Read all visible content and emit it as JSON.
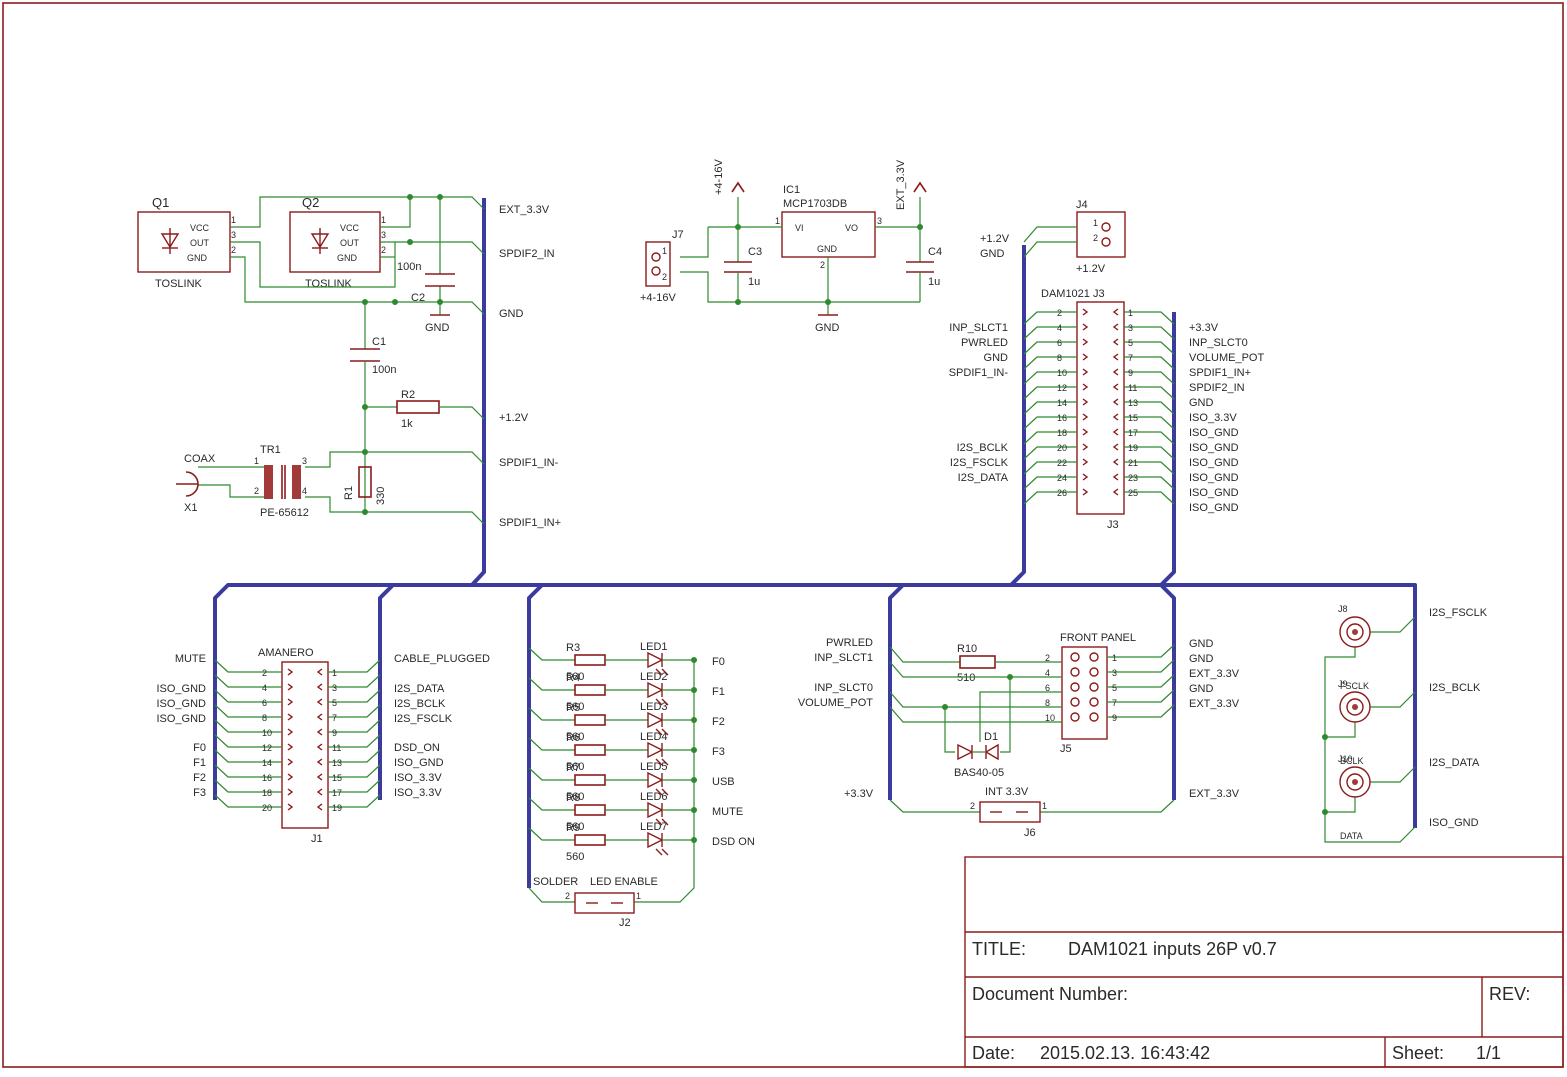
{
  "title_block": {
    "title_label": "TITLE:",
    "title_value": "DAM1021 inputs 26P v0.7",
    "docnum_label": "Document Number:",
    "rev_label": "REV:",
    "date_label": "Date:",
    "date_value": "2015.02.13. 16:43:42",
    "sheet_label": "Sheet:",
    "sheet_value": "1/1"
  },
  "toslink": {
    "q1_name": "Q1",
    "q1_value": "TOSLINK",
    "q2_name": "Q2",
    "q2_value": "TOSLINK",
    "vcc": "VCC",
    "out": "OUT",
    "gnd": "GND",
    "pin1": "1",
    "pin3": "3",
    "pin2": "2",
    "c2_name": "C2",
    "c2_value": "100n",
    "gnd_symbol": "GND"
  },
  "coax": {
    "c1_name": "C1",
    "c1_value": "100n",
    "r2_name": "R2",
    "r2_value": "1k",
    "tr1_name": "TR1",
    "tr1_value": "PE-65612",
    "tr1_p1": "1",
    "tr1_p2": "2",
    "tr1_p3": "3",
    "tr1_p4": "4",
    "coax_label": "COAX",
    "x1_name": "X1",
    "r1_name": "R1",
    "r1_value": "330"
  },
  "left_bus_labels": {
    "ext33": "EXT_3.3V",
    "spdif2": "SPDIF2_IN",
    "gnd": "GND",
    "v12": "+1.2V",
    "spdif1_minus": "SPDIF1_IN-",
    "spdif1_plus": "SPDIF1_IN+"
  },
  "regulator": {
    "supply_label": "+4-16V",
    "ext_label": "EXT_3.3V",
    "ic_name": "IC1",
    "ic_value": "MCP1703DB",
    "vi": "VI",
    "vo": "VO",
    "gnd": "GND",
    "pin1": "1",
    "pin2": "2",
    "pin3": "3",
    "c3_name": "C3",
    "c3_value": "1u",
    "c4_name": "C4",
    "c4_value": "1u",
    "j7_name": "J7",
    "j7_value": "+4-16V",
    "j7_p1": "1",
    "j7_p2": "2",
    "gnd_symbol": "GND"
  },
  "j4": {
    "name": "J4",
    "value": "+1.2V",
    "p1": "1",
    "p2": "2",
    "net_v12": "+1.2V",
    "net_gnd": "GND"
  },
  "j3": {
    "title": "DAM1021 J3",
    "name": "J3",
    "odd_pins": [
      "1",
      "3",
      "5",
      "7",
      "9",
      "11",
      "13",
      "15",
      "17",
      "19",
      "21",
      "23",
      "25"
    ],
    "even_pins": [
      "2",
      "4",
      "6",
      "8",
      "10",
      "12",
      "14",
      "16",
      "18",
      "20",
      "22",
      "24",
      "26"
    ],
    "left_labels": [
      "INP_SLCT1",
      "PWRLED",
      "GND",
      "SPDIF1_IN-",
      "I2S_BCLK",
      "I2S_FSCLK",
      "I2S_DATA"
    ],
    "right_labels": [
      "+3.3V",
      "INP_SLCT0",
      "VOLUME_POT",
      "SPDIF1_IN+",
      "SPDIF2_IN",
      "GND",
      "ISO_3.3V",
      "ISO_GND",
      "ISO_GND",
      "ISO_GND",
      "ISO_GND",
      "ISO_GND",
      "ISO_GND"
    ]
  },
  "amanero": {
    "title": "AMANERO",
    "name": "J1",
    "odd_pins": [
      "1",
      "3",
      "5",
      "7",
      "9",
      "11",
      "13",
      "15",
      "17",
      "19"
    ],
    "even_pins": [
      "2",
      "4",
      "6",
      "8",
      "10",
      "12",
      "14",
      "16",
      "18",
      "20"
    ],
    "left_labels": [
      "MUTE",
      "ISO_GND",
      "ISO_GND",
      "ISO_GND",
      "F0",
      "F1",
      "F2",
      "F3"
    ],
    "right_labels": [
      "CABLE_PLUGGED",
      "I2S_DATA",
      "I2S_BCLK",
      "I2S_FSCLK",
      "DSD_ON",
      "ISO_GND",
      "ISO_3.3V",
      "ISO_3.3V"
    ]
  },
  "leds": {
    "resistors": [
      "R3",
      "R4",
      "R5",
      "R6",
      "R7",
      "R8",
      "R9"
    ],
    "resistor_value": "560",
    "led_names": [
      "LED1",
      "LED2",
      "LED3",
      "LED4",
      "LED5",
      "LED6",
      "LED7"
    ],
    "nets": [
      "F0",
      "F1",
      "F2",
      "F3",
      "USB",
      "MUTE",
      "DSD ON"
    ],
    "j2_title": "LED ENABLE",
    "j2_label2": "SOLDER",
    "j2_name": "J2",
    "j2_p1": "1",
    "j2_p2": "2"
  },
  "front_panel": {
    "title": "FRONT PANEL",
    "name": "J5",
    "odd_pins": [
      "1",
      "3",
      "5",
      "7",
      "9"
    ],
    "even_pins": [
      "2",
      "4",
      "6",
      "8",
      "10"
    ],
    "left_labels": [
      "PWRLED",
      "INP_SLCT1",
      "INP_SLCT0",
      "VOLUME_POT"
    ],
    "right_labels": [
      "GND",
      "GND",
      "EXT_3.3V",
      "GND",
      "EXT_3.3V"
    ],
    "r10_name": "R10",
    "r10_value": "510",
    "d1_name": "D1",
    "d1_value": "BAS40-05",
    "j6_title": "INT 3.3V",
    "j6_name": "J6",
    "j6_p1": "1",
    "j6_p2": "2",
    "net_33": "+3.3V",
    "net_ext": "EXT_3.3V"
  },
  "i2s_coax": {
    "names": [
      "J8",
      "J9",
      "J10"
    ],
    "texts": [
      "FSCLK",
      "BCLK",
      "DATA"
    ],
    "nets": [
      "I2S_FSCLK",
      "I2S_BCLK",
      "I2S_DATA",
      "ISO_GND"
    ]
  }
}
